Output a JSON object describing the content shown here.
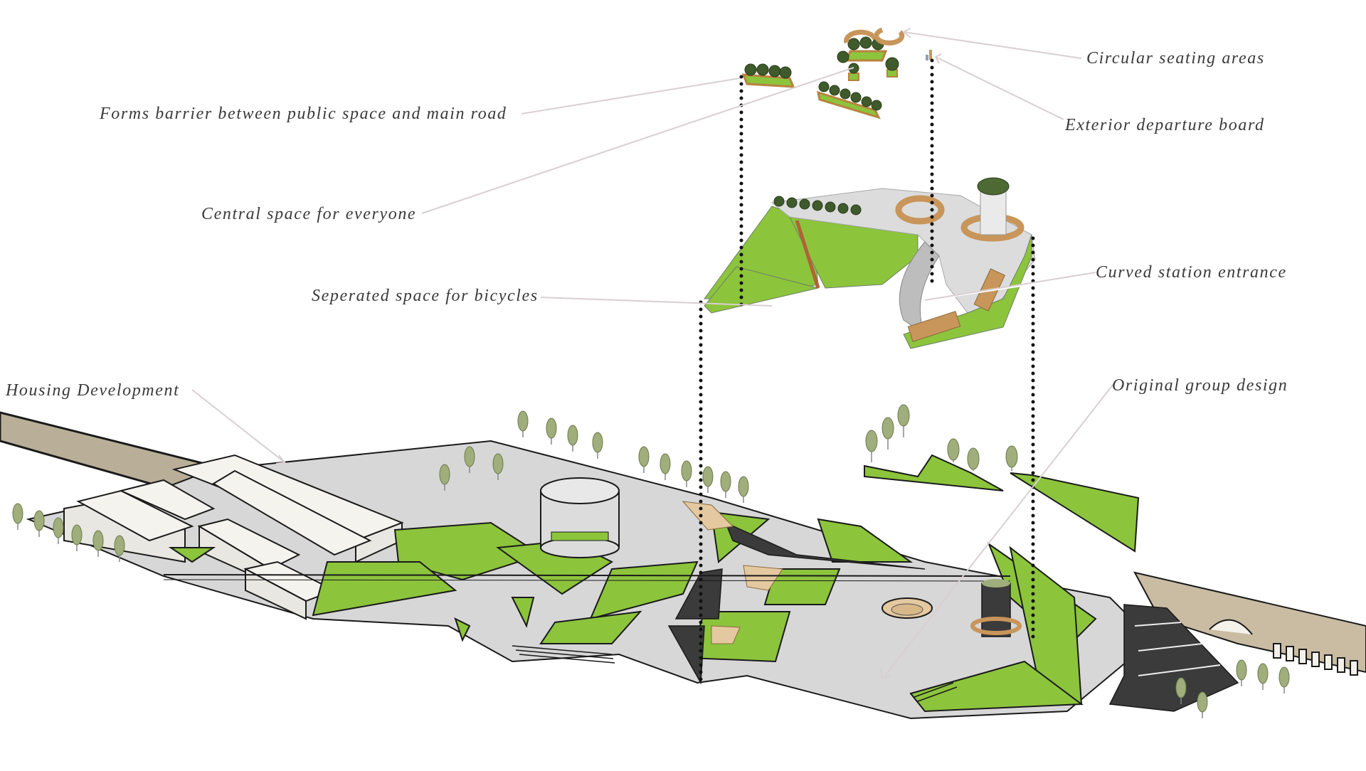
{
  "diagram": {
    "type": "exploded axonometric landscape / station plaza design",
    "background": "#ffffff",
    "colors": {
      "grass": "#8cc43c",
      "paving": "#d7d7d7",
      "dark_surface": "#3b3b3b",
      "timber": "#c8955a",
      "buildings": "#f4f3ee",
      "road": "#b9ae98",
      "leader_lines": "#d9cfd3",
      "label_text": "#3a3a3a",
      "projection_dots": "#111111"
    },
    "layers": [
      {
        "name": "Planters and seating layer",
        "level": "top"
      },
      {
        "name": "Station plaza layer",
        "level": "middle"
      },
      {
        "name": "Site masterplan layer",
        "level": "bottom"
      }
    ]
  },
  "labels": {
    "circular_seating": "Circular seating areas",
    "barrier": "Forms barrier between public space and main road",
    "departure_board": "Exterior departure board",
    "central_space": "Central space for everyone",
    "curved_entrance": "Curved station entrance",
    "bicycles": "Seperated space for bicycles",
    "housing": "Housing Development",
    "original_design": "Original group design"
  }
}
